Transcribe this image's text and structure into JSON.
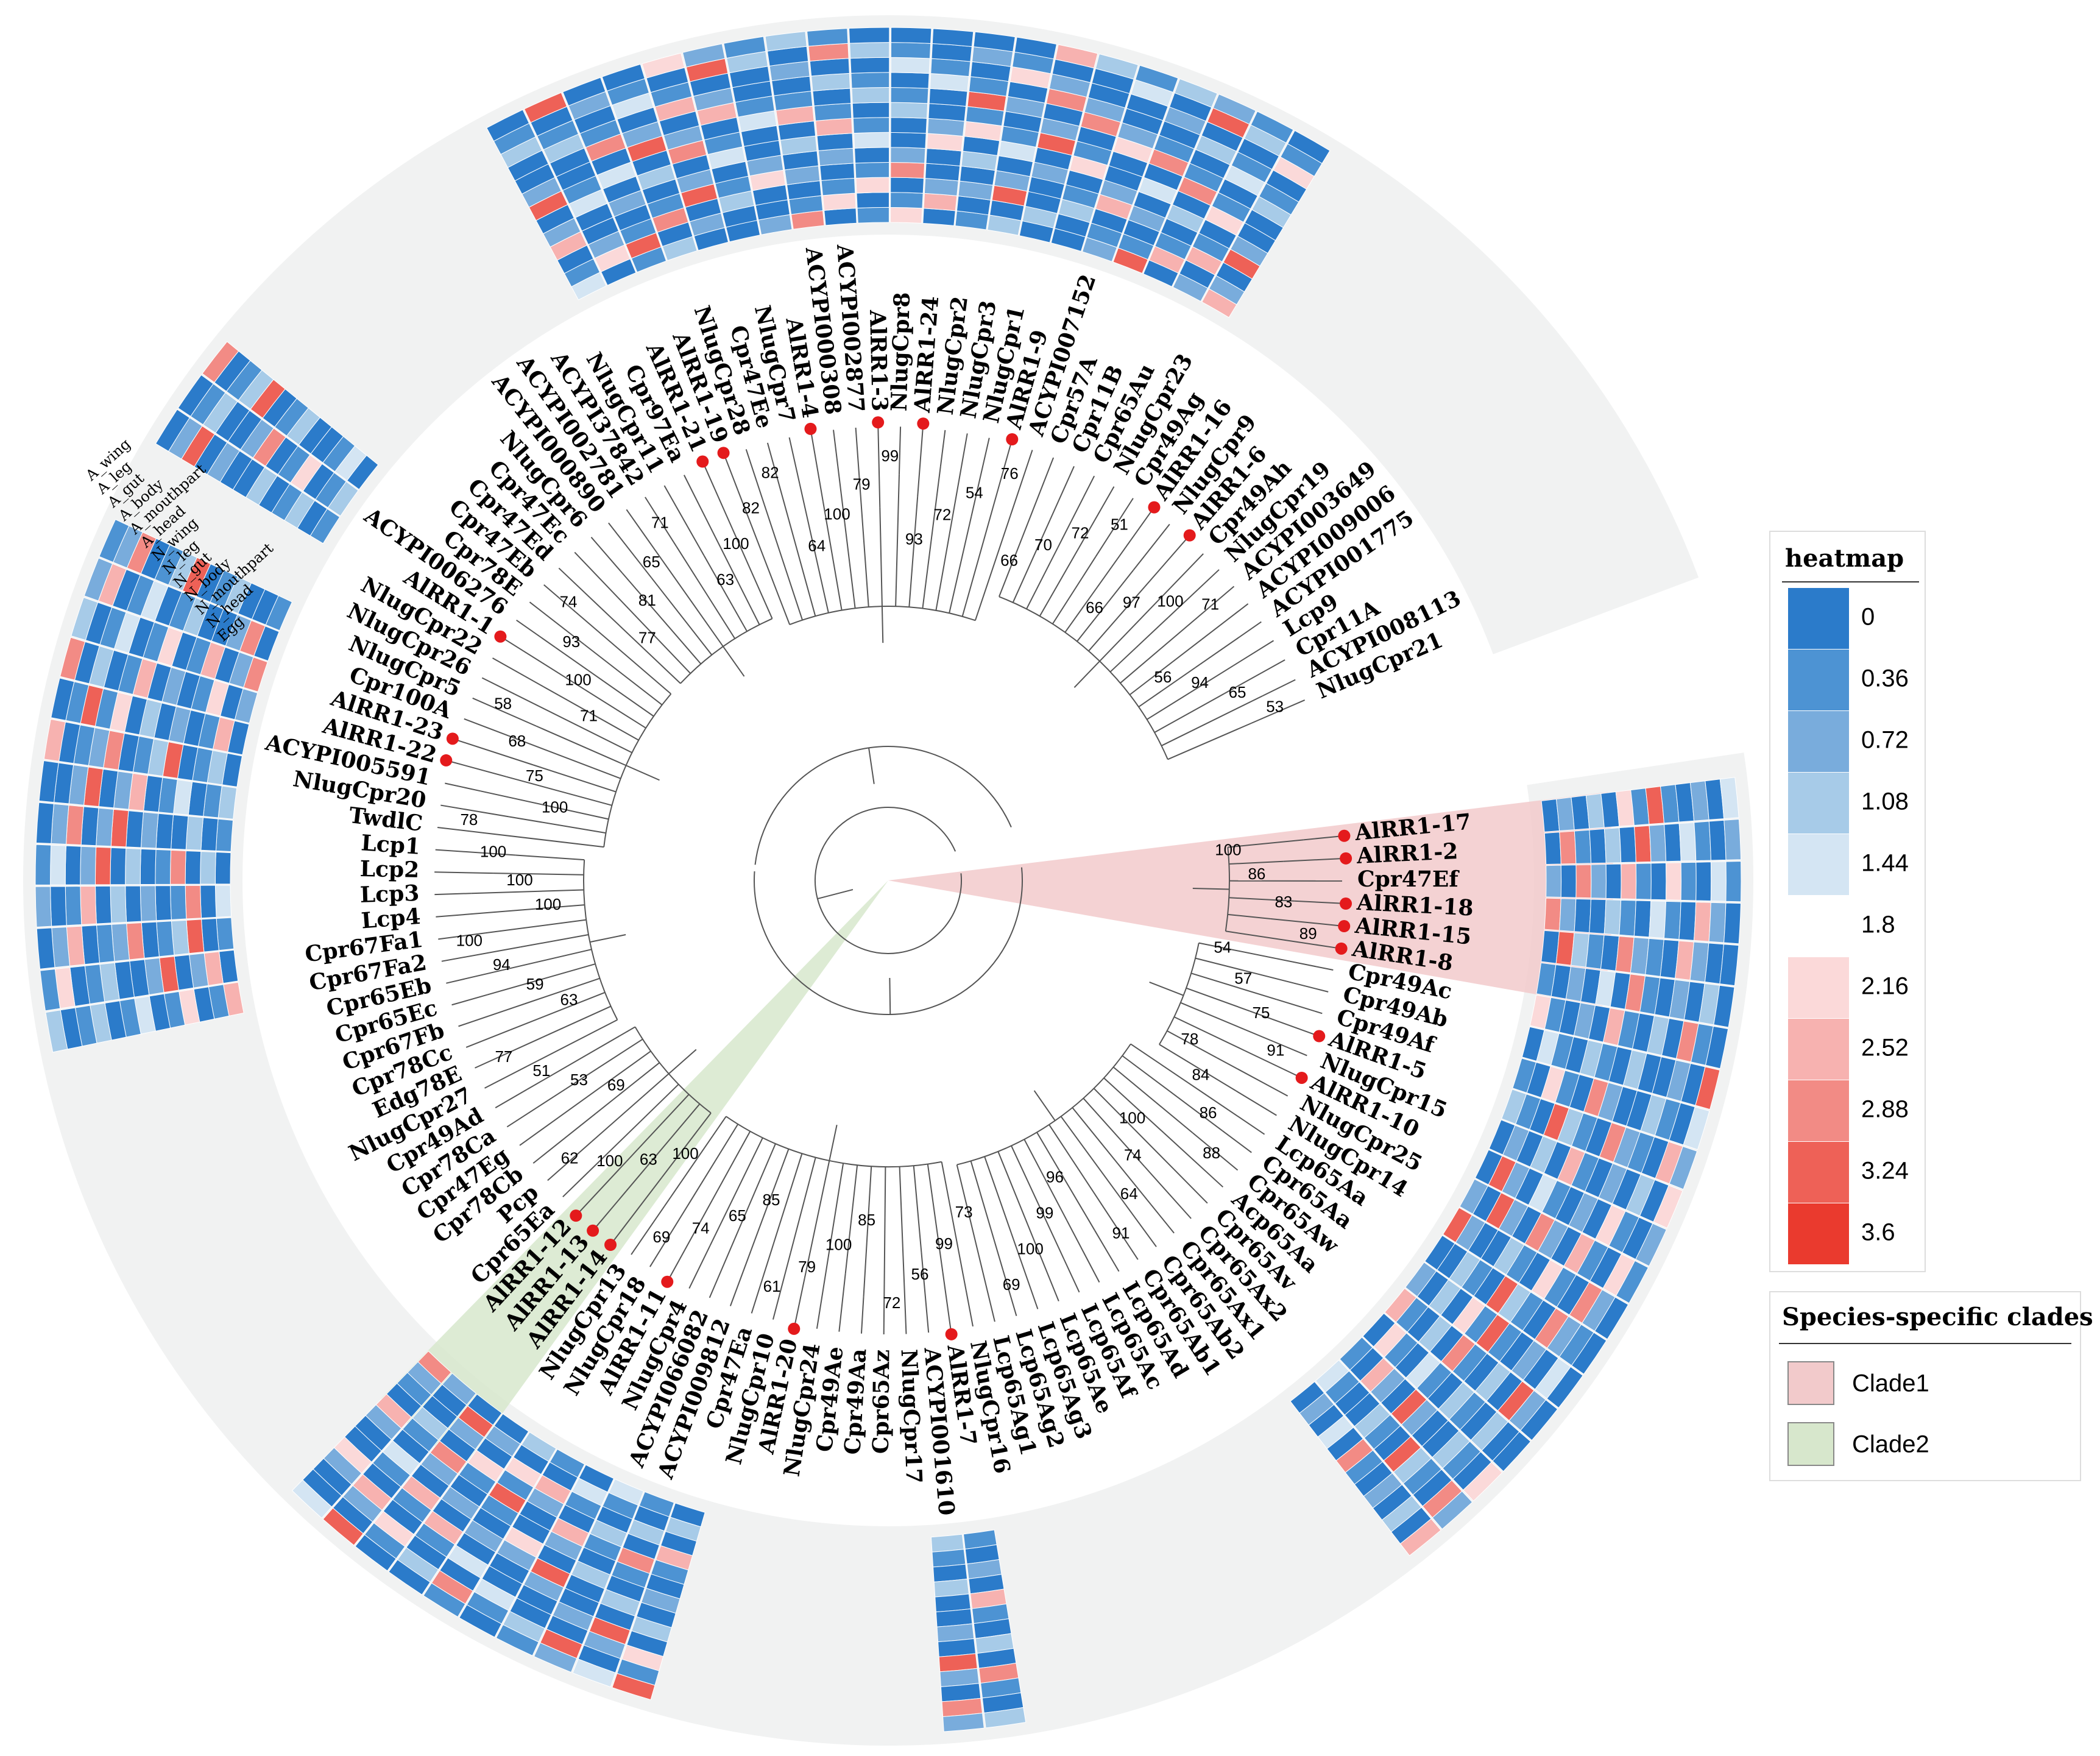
{
  "leaves": [
    "AlRR1-17",
    "AlRR1-2",
    "Cpr47Ef",
    "AlRR1-18",
    "AlRR1-15",
    "AlRR1-8",
    "Cpr49Ac",
    "Cpr49Ab",
    "Cpr49Af",
    "AlRR1-5",
    "NlugCpr15",
    "AlRR1-10",
    "NlugCpr25",
    "NlugCpr14",
    "Lcp65Aa",
    "Cpr65Aa",
    "Cpr65Aw",
    "Acp65Aa",
    "Cpr65Av",
    "Cpr65Ax2",
    "Cpr65Ax1",
    "Cpr65Ab2",
    "Cpr65Ab1",
    "Lcp65Ad",
    "Lcp65Ac",
    "Lcp65Af",
    "Lcp65Ae",
    "Lcp65Ag3",
    "Lcp65Ag2",
    "Lcp65Ag1",
    "NlugCpr16",
    "AlRR1-7",
    "ACYPI001610",
    "NlugCpr17",
    "Cpr65Az",
    "Cpr49Aa",
    "Cpr49Ae",
    "NlugCpr24",
    "AlRR1-20",
    "NlugCpr10",
    "Cpr47Ea",
    "ACYPI009812",
    "ACYPI066082",
    "NlugCpr4",
    "AlRR1-11",
    "NlugCpr18",
    "NlugCpr13",
    "AlRR1-14",
    "AlRR1-13",
    "AlRR1-12",
    "Cpr65Ea",
    "Pcp",
    "Cpr78Cb",
    "Cpr47Eg",
    "Cpr78Ca",
    "Cpr49Ad",
    "NlugCpr27",
    "Edg78E",
    "Cpr78Cc",
    "Cpr67Fb",
    "Cpr65Ec",
    "Cpr65Eb",
    "Cpr67Fa2",
    "Cpr67Fa1",
    "Lcp4",
    "Lcp3",
    "Lcp2",
    "Lcp1",
    "TwdlC",
    "NlugCpr20",
    "ACYPI005591",
    "AlRR1-22",
    "AlRR1-23",
    "Cpr100A",
    "NlugCpr5",
    "NlugCpr26",
    "NlugCpr22",
    "AlRR1-1",
    "ACYPI006276",
    "Cpr78E",
    "Cpr47Eb",
    "Cpr47Ed",
    "Cpr47Ec",
    "NlugCpr6",
    "ACYPI000890",
    "ACYPI002781",
    "ACYPI37842",
    "NlugCpr11",
    "Cpr97Ea",
    "AlRR1-21",
    "AlRR1-19",
    "NlugCpr28",
    "Cpr47Ee",
    "NlugCpr7",
    "AlRR1-4",
    "ACYPI000308",
    "ACYPI002877",
    "AlRR1-3",
    "NlugCpr8",
    "AlRR1-24",
    "NlugCpr2",
    "NlugCpr3",
    "NlugCpr1",
    "AlRR1-9",
    "ACYPI007152",
    "Cpr57A",
    "Cpr11B",
    "Cpr65Au",
    "NlugCpr23",
    "Cpr49Ag",
    "AlRR1-16",
    "NlugCpr9",
    "AlRR1-6",
    "Cpr49Ah",
    "NlugCpr19",
    "ACYPI003649",
    "ACYPI009006",
    "ACYPI001775",
    "Lcp9",
    "Cpr11A",
    "ACYPI008113",
    "NlugCpr21"
  ],
  "red_dot_leaves": [
    "AlRR1-17",
    "AlRR1-2",
    "AlRR1-18",
    "AlRR1-15",
    "AlRR1-8",
    "AlRR1-5",
    "AlRR1-10",
    "AlRR1-7",
    "AlRR1-20",
    "AlRR1-11",
    "AlRR1-14",
    "AlRR1-13",
    "AlRR1-12",
    "AlRR1-22",
    "AlRR1-23",
    "AlRR1-1",
    "AlRR1-21",
    "AlRR1-19",
    "AlRR1-4",
    "AlRR1-3",
    "AlRR1-24",
    "AlRR1-9",
    "AlRR1-16",
    "AlRR1-6"
  ],
  "bootstrap_values": [
    "100",
    "86",
    "83",
    "89",
    "54",
    "57",
    "75",
    "91",
    "78",
    "84",
    "86",
    "88",
    "100",
    "74",
    "64",
    "91",
    "96",
    "99",
    "100",
    "69",
    "73",
    "99",
    "56",
    "72",
    "85",
    "100",
    "79",
    "61",
    "85",
    "65",
    "74",
    "69",
    "100",
    "63",
    "100",
    "62",
    "69",
    "53",
    "51",
    "77",
    "63",
    "59",
    "94",
    "100",
    "100",
    "100",
    "100",
    "78",
    "100",
    "75",
    "68",
    "58",
    "71",
    "100",
    "93",
    "74",
    "77",
    "81",
    "65",
    "71",
    "63",
    "100",
    "82",
    "82",
    "64",
    "100",
    "79",
    "99",
    "93",
    "72",
    "54",
    "76",
    "66",
    "70",
    "72",
    "51",
    "66",
    "97",
    "100",
    "71",
    "56",
    "94",
    "65",
    "53"
  ],
  "heatmap_columns": [
    "A_wing",
    "A_leg",
    "A_gut",
    "A_body",
    "A_mouthpart",
    "A_head",
    "N_wing",
    "N_leg",
    "N_gut",
    "N_body",
    "N_mouthpart",
    "N_head",
    "Egg"
  ],
  "legend": {
    "heatmap_title": "heatmap",
    "heatmap_ticks": [
      "0",
      "0.36",
      "0.72",
      "1.08",
      "1.44",
      "1.8",
      "2.16",
      "2.52",
      "2.88",
      "3.24",
      "3.6"
    ],
    "heatmap_colors": [
      "#2b7bca",
      "#4d93d3",
      "#79acdc",
      "#a7cbe8",
      "#d4e5f3",
      "#ffffff",
      "#fbd9d9",
      "#f7b2b0",
      "#f28b85",
      "#ee6157",
      "#ea3a2e"
    ],
    "clades_title": "Species-specific clades",
    "clades": [
      {
        "label": "Clade1",
        "color": "#f2cacb"
      },
      {
        "label": "Clade2",
        "color": "#d7e7cc"
      }
    ]
  }
}
